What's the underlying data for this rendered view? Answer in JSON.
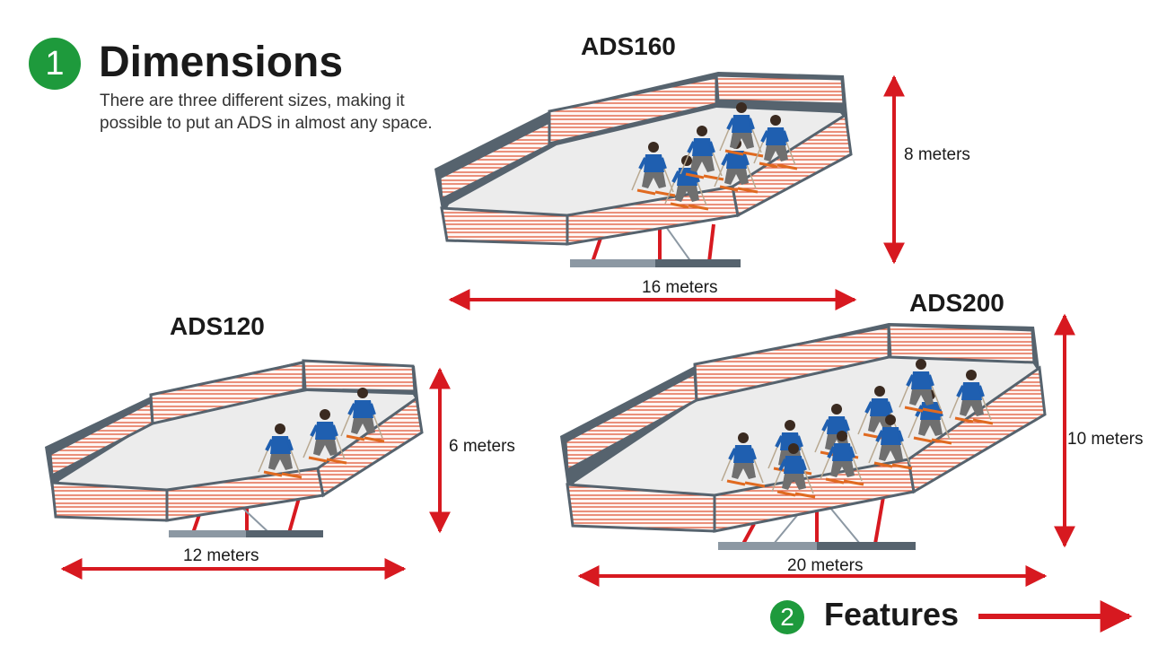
{
  "section": {
    "number": "1",
    "title": "Dimensions",
    "description_line1": "There are three different sizes, making it",
    "description_line2": "possible to put an ADS in almost any space."
  },
  "next": {
    "number": "2",
    "label": "Features"
  },
  "models": [
    {
      "name": "ADS160",
      "width": "16 meters",
      "height": "8 meters"
    },
    {
      "name": "ADS120",
      "width": "12 meters",
      "height": "6 meters"
    },
    {
      "name": "ADS200",
      "width": "20 meters",
      "height": "10 meters"
    }
  ],
  "colors": {
    "accent_red": "#d71920",
    "badge_green": "#1e9a3c",
    "frame_grey": "#56636e",
    "base_grey": "#8c98a3",
    "skier_jacket": "#1f5fb0"
  },
  "icons": [
    "skier-icon",
    "arrow-right-icon"
  ]
}
